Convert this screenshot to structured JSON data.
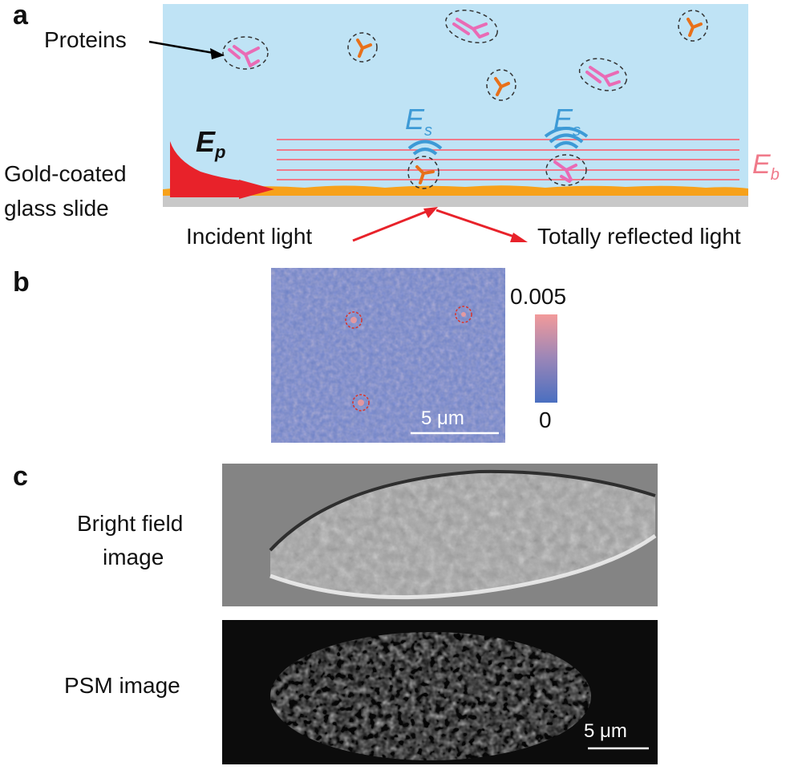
{
  "panel_a": {
    "letter": "a",
    "proteins_label": "Proteins",
    "slide_label_line1": "Gold-coated",
    "slide_label_line2": "glass slide",
    "ep_label": "E",
    "ep_sub": "p",
    "es_label": "E",
    "es_sub": "s",
    "eb_label": "E",
    "eb_sub": "b",
    "incident_label": "Incident light",
    "reflected_label": "Totally reflected light",
    "colors": {
      "water": "#bfe3f5",
      "gold": "#f7a11a",
      "glass": "#c8c8c8",
      "evanescent": "#e8222a",
      "field_lines": "#f07a8a",
      "wave": "#3d9ad6",
      "protein_pink": "#e96bb5",
      "protein_orange": "#e8701a"
    }
  },
  "panel_b": {
    "letter": "b",
    "colorbar_max": "0.005",
    "colorbar_min": "0",
    "scalebar_label": "5 μm",
    "colors": {
      "background": "#6f82c4",
      "high": "#f29a9a",
      "low": "#4a6fc0"
    }
  },
  "panel_c": {
    "letter": "c",
    "bright_label_line1": "Bright field",
    "bright_label_line2": "image",
    "psm_label": "PSM image",
    "scalebar_label": "5 μm"
  }
}
